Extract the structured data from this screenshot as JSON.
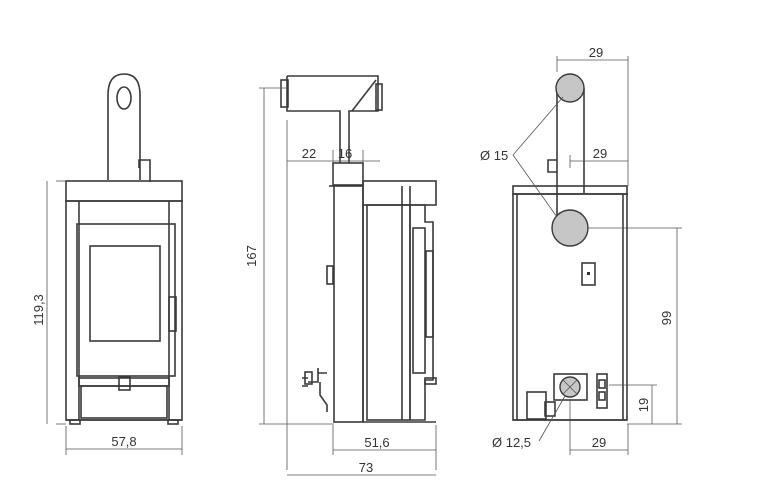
{
  "dimensions": {
    "front_height": "119,3",
    "front_width": "57,8",
    "side_total_height": "167",
    "side_offset_a": "22",
    "side_offset_b": "16",
    "side_body_width": "51,6",
    "side_total_width": "73",
    "back_pipe_width_top": "29",
    "back_pipe_diameter": "Ø 15",
    "back_pipe_width_mid": "29",
    "back_outlet_height": "99",
    "back_air_height": "19",
    "back_air_diameter": "Ø 12,5",
    "back_air_offset": "29"
  }
}
